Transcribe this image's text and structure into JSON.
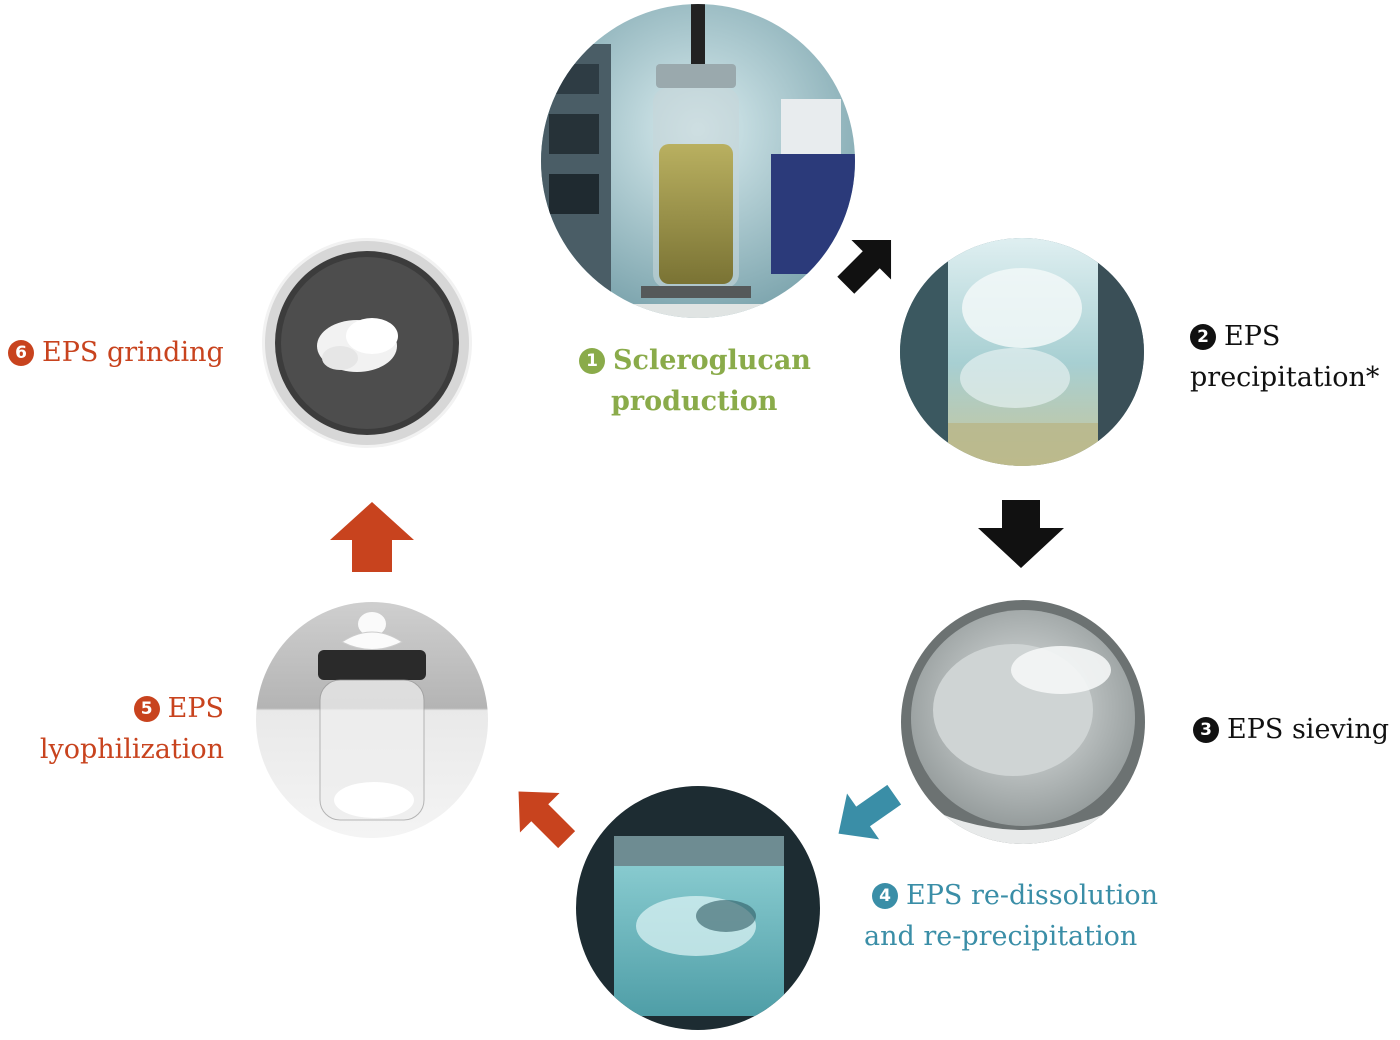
{
  "colors": {
    "green": "#8aab4a",
    "black": "#111111",
    "blue": "#3a8ea7",
    "red": "#c8431e"
  },
  "steps": [
    {
      "number": "1",
      "line1": "Scleroglucan",
      "line2": "production",
      "color": "#8aab4a"
    },
    {
      "number": "2",
      "line1": "EPS",
      "line2": "precipitation*",
      "color": "#111111"
    },
    {
      "number": "3",
      "line1": "EPS sieving",
      "line2": "",
      "color": "#111111"
    },
    {
      "number": "4",
      "line1": "EPS re-dissolution",
      "line2": "and re-precipitation",
      "color": "#3a8ea7"
    },
    {
      "number": "5",
      "line1": "EPS",
      "line2": "lyophilization",
      "color": "#c8431e"
    },
    {
      "number": "6",
      "line1": "EPS grinding",
      "line2": "",
      "color": "#c8431e"
    }
  ],
  "arrows": [
    {
      "from": "1",
      "to": "2",
      "color": "#111111"
    },
    {
      "from": "2",
      "to": "3",
      "color": "#111111"
    },
    {
      "from": "3",
      "to": "4",
      "color": "#3a8ea7"
    },
    {
      "from": "4",
      "to": "5",
      "color": "#c8431e"
    },
    {
      "from": "5",
      "to": "6",
      "color": "#c8431e"
    }
  ]
}
